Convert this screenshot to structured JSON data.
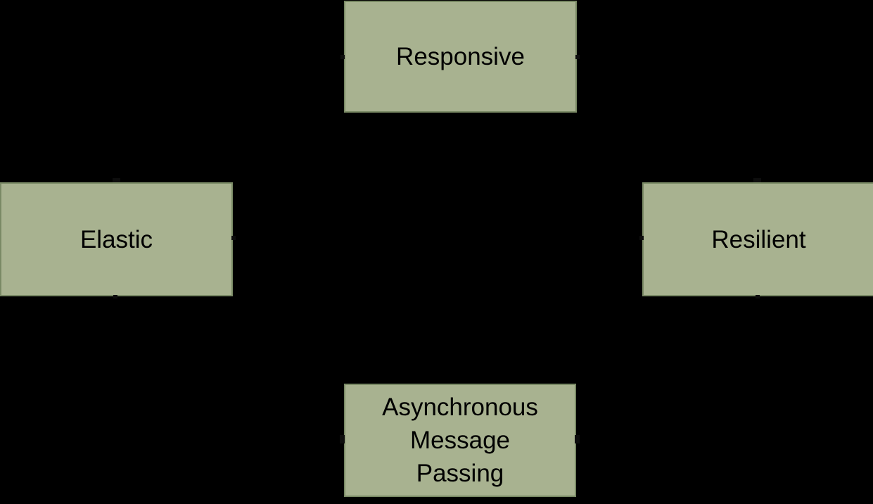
{
  "colors": {
    "background": "#000000",
    "node_fill": "#a8b290",
    "node_border": "#7a8a65",
    "text": "#000000",
    "mark": "#0d0d0d"
  },
  "nodes": {
    "responsive": {
      "label": "Responsive"
    },
    "elastic": {
      "label": "Elastic"
    },
    "resilient": {
      "label": "Resilient"
    },
    "async_message_passing": {
      "label": "Asynchronous Message Passing",
      "lines": [
        "Asynchronous",
        "Message",
        "Passing"
      ]
    }
  }
}
